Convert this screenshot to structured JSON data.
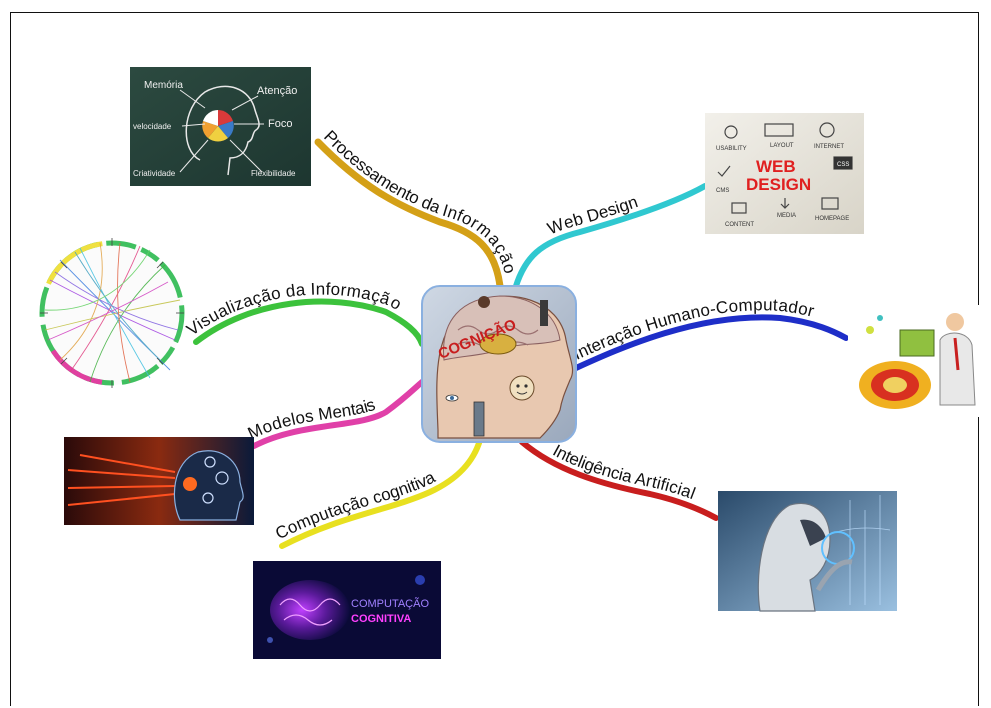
{
  "center": {
    "label": "COGNIÇÃO"
  },
  "branches": [
    {
      "id": "processamento",
      "label": "Processamento da Informação",
      "color": "#d4a017"
    },
    {
      "id": "visualizacao",
      "label": "Visualização da Informação",
      "color": "#3cc23c"
    },
    {
      "id": "modelos",
      "label": "Modelos Mentais",
      "color": "#e040a8"
    },
    {
      "id": "computacao",
      "label": "Computação cognitiva",
      "color": "#e8e020"
    },
    {
      "id": "webdesign",
      "label": "Web Design",
      "color": "#30c8d0"
    },
    {
      "id": "interacao",
      "label": "Interação Humano-Computador",
      "color": "#1e2ec8"
    },
    {
      "id": "ia",
      "label": "Inteligência Artificial",
      "color": "#c81e1e"
    }
  ],
  "chalkboard": {
    "memoria": "Memória",
    "atencao": "Atenção",
    "foco": "Foco",
    "velocidade": "velocidade",
    "criatividade": "Criatividade",
    "flexibilidade": "Flexibilidade"
  },
  "webdesign_image": {
    "title_line1": "WEB",
    "title_line2": "DESIGN",
    "usability": "USABILITY",
    "layout": "LAYOUT",
    "internet": "INTERNET",
    "cms": "CMS",
    "css": "CSS",
    "media": "MEDIA",
    "content": "CONTENT",
    "homepage": "HOMEPAGE"
  },
  "computacao_image": {
    "line1": "COMPUTAÇÃO",
    "line2": "COGNITIVA"
  }
}
